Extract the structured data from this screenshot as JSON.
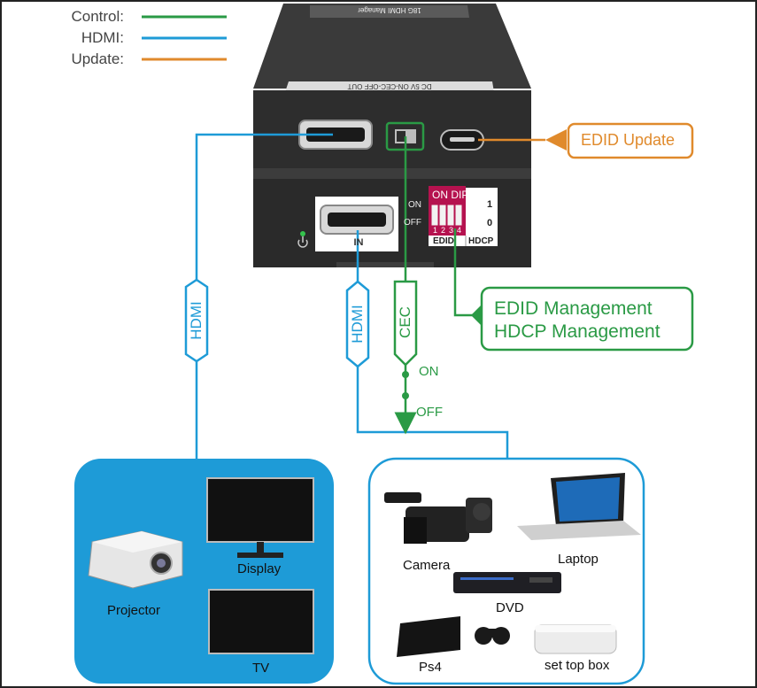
{
  "legend": {
    "control_label": "Control:",
    "hdmi_label": "HDMI:",
    "update_label": "Update:"
  },
  "colors": {
    "control": "#2a9a45",
    "hdmi": "#1e9bd7",
    "update": "#e08a2c",
    "device_body": "#2d2d2d",
    "dip_switch": "#b5124f"
  },
  "device": {
    "model_label": "18G HDMI Manager",
    "top_panel_label": "DC 5V  ON-CEC-OFF   OUT",
    "in_label": "IN",
    "dip_on_label": "ON",
    "dip_off_label": "OFF",
    "dip_header": "ON  DIP",
    "dip_numbers": [
      "1",
      "2",
      "3",
      "4"
    ],
    "dip_value_1": "1",
    "dip_value_0": "0",
    "edid_label": "EDID",
    "hdcp_label": "HDCP",
    "power_icon": "power-icon"
  },
  "callouts": {
    "edid_update": "EDID Update",
    "management_line1": "EDID Management",
    "management_line2": "HDCP Management"
  },
  "cable_tags": {
    "hdmi_out": "HDMI",
    "hdmi_in": "HDMI",
    "cec": "CEC"
  },
  "switch_labels": {
    "on": "ON",
    "off": "OFF"
  },
  "sinks": {
    "projector": "Projector",
    "display": "Display",
    "tv": "TV"
  },
  "sources": {
    "camera": "Camera",
    "laptop": "Laptop",
    "dvd": "DVD",
    "ps4": "Ps4",
    "set_top_box": "set top box"
  }
}
